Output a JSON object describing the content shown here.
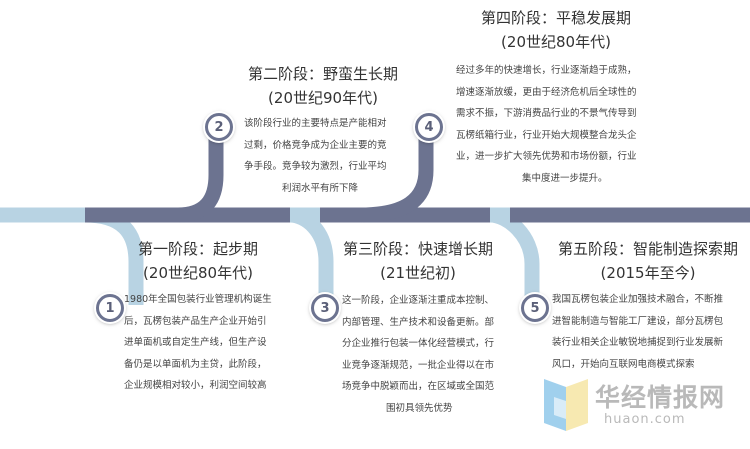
{
  "stages": [
    {
      "number": "1",
      "title": "第一阶段：起步期",
      "period": "(20世纪80年代)",
      "lines": [
        "1980年全国包装行业管理机构诞生",
        "后，瓦楞包装产品生产企业开始引",
        "进单面机或自定生产线，但生产设",
        "备仍是以单面机为主贷，此阶段，",
        "企业规模相对较小，利润空间较高"
      ]
    },
    {
      "number": "2",
      "title": "第二阶段：野蛮生长期",
      "period": "(20世纪90年代)",
      "lines": [
        "该阶段行业的主要特点是产能相对",
        "过剩，价格竞争成为企业主要的竞",
        "争手段。竞争较为激烈，行业平均",
        "利润水平有所下降"
      ]
    },
    {
      "number": "3",
      "title": "第三阶段：快速增长期",
      "period": "(21世纪初)",
      "lines": [
        "这一阶段，企业逐渐注重成本控制、",
        "内部管理、生产技术和设备更新。部",
        "分企业推行包装一体化经营模式，行",
        "业竞争逐渐规范，一批企业得以在市",
        "场竞争中脱颖而出，在区域或全国范",
        "围初具领先优势"
      ]
    },
    {
      "number": "4",
      "title": "第四阶段：平稳发展期",
      "period": "(20世纪80年代)",
      "lines": [
        "经过多年的快速增长，行业逐渐趋于成熟，",
        "增速逐渐放缓，更由于经济危机后全球性的",
        "需求不振，下游消费品行业的不景气传导到",
        "瓦楞纸箱行业，行业开始大规模整合龙头企",
        "业，进一步扩大领先优势和市场份额，行业",
        "集中度进一步提升。"
      ]
    },
    {
      "number": "5",
      "title": "第五阶段：智能制造探索期",
      "period": "(2015年至今)",
      "lines": [
        "我国瓦楞包装企业加强技术融合，不断推",
        "进智能制造与智能工厂建设，部分瓦楞包",
        "装行业相关企业敏锐地捕捉到行业发展新",
        "风口，开始向互联网电商模式探索"
      ]
    }
  ],
  "watermark": {
    "name": "华经情报网",
    "url": "huaon.com"
  },
  "colors": {
    "dark_band": "#6c7390",
    "light_band": "#b8d3e3",
    "logo_blue": "#8fc8ea",
    "logo_yellow": "#f6e7a8"
  }
}
